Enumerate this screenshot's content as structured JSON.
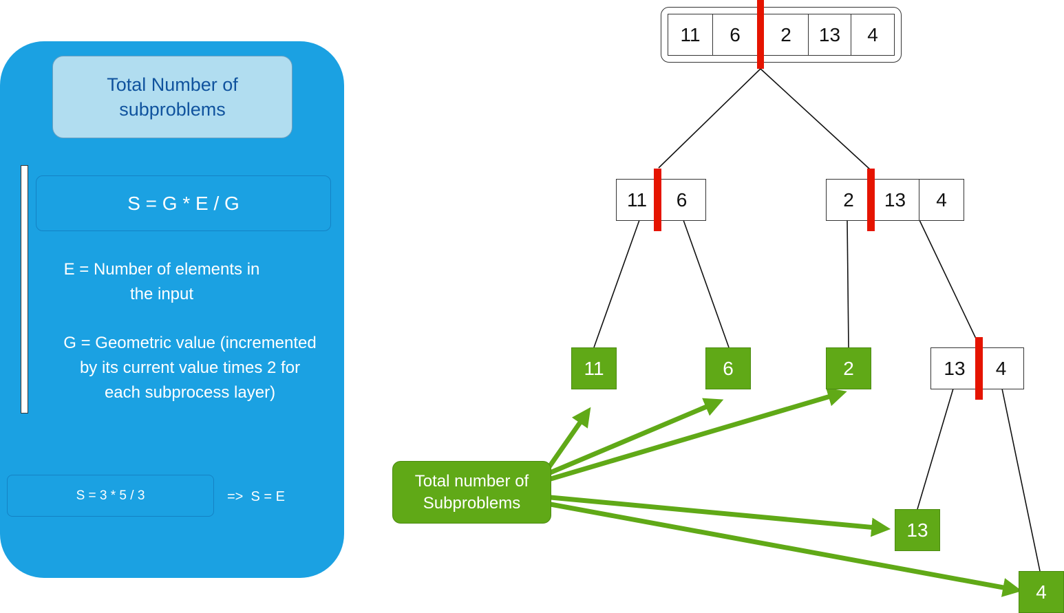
{
  "left_panel": {
    "title": "Total Number of subproblems",
    "formula": "S = G * E / G",
    "e_definition_line1": "E = Number of elements in",
    "e_definition_line2": "the input",
    "g_definition_line1": "G = Geometric value (incremented",
    "g_definition_line2": "by its current value times 2 for",
    "g_definition_line3": "each subprocess layer)",
    "calculation": "S = 3 * 5 / 3",
    "conclusion": "=>  S = E"
  },
  "tree": {
    "root": [
      "11",
      "6",
      "2",
      "13",
      "4"
    ],
    "level1_left": [
      "11",
      "6"
    ],
    "level1_right": [
      "2",
      "13",
      "4"
    ],
    "level2_right": [
      "13",
      "4"
    ],
    "leaves": [
      "11",
      "6",
      "2",
      "13",
      "4"
    ]
  },
  "callout": {
    "line1": "Total number of",
    "line2": "Subproblems"
  },
  "colors": {
    "panel_blue": "#1ba1e2",
    "title_box": "#b1ddf0",
    "leaf_green": "#60a917",
    "split_red": "#e51400"
  }
}
